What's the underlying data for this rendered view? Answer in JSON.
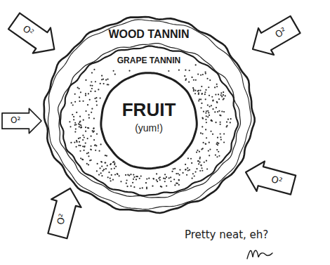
{
  "diagram": {
    "nodes": [
      {
        "text": [
          "WOOD TANNIN"
        ]
      },
      {
        "text": [
          "GRAPE TANNIN"
        ],
        "in": 0
      },
      {
        "text": [
          "FRUIT",
          "(yum!)"
        ],
        "in": 1
      }
    ],
    "labels": [
      "O²",
      "O²",
      "O²",
      "O²",
      "O²",
      "Pretty neat, eh?"
    ]
  }
}
